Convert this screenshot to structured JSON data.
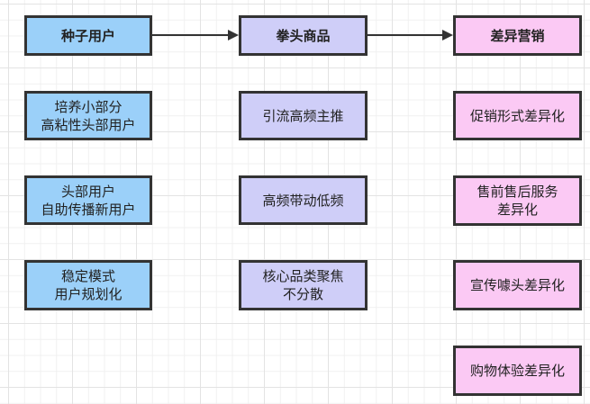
{
  "diagram": {
    "border_color": "#333333",
    "connector_color": "#333333",
    "grid_minor_color": "#F0F0F0",
    "grid_major_color": "#E3E3E3",
    "columns": [
      {
        "name": "seed-users",
        "fill": "#9BD0F9",
        "header": "种子用户",
        "items": [
          {
            "line1": "培养小部分",
            "line2": "高粘性头部用户"
          },
          {
            "line1": "头部用户",
            "line2": "自助传播新用户"
          },
          {
            "line1": "稳定模式",
            "line2": "用户规划化"
          }
        ]
      },
      {
        "name": "flagship-products",
        "fill": "#CFCEF8",
        "header": "拳头商品",
        "items": [
          {
            "line1": "引流高频主推"
          },
          {
            "line1": "高频带动低频"
          },
          {
            "line1": "核心品类聚焦",
            "line2": "不分散"
          }
        ]
      },
      {
        "name": "differentiated-marketing",
        "fill": "#FBC9F4",
        "header": "差异营销",
        "items": [
          {
            "line1": "促销形式差异化"
          },
          {
            "line1": "售前售后服务",
            "line2": "差异化"
          },
          {
            "line1": "宣传噱头差异化"
          },
          {
            "line1": "购物体验差异化"
          }
        ]
      }
    ]
  }
}
